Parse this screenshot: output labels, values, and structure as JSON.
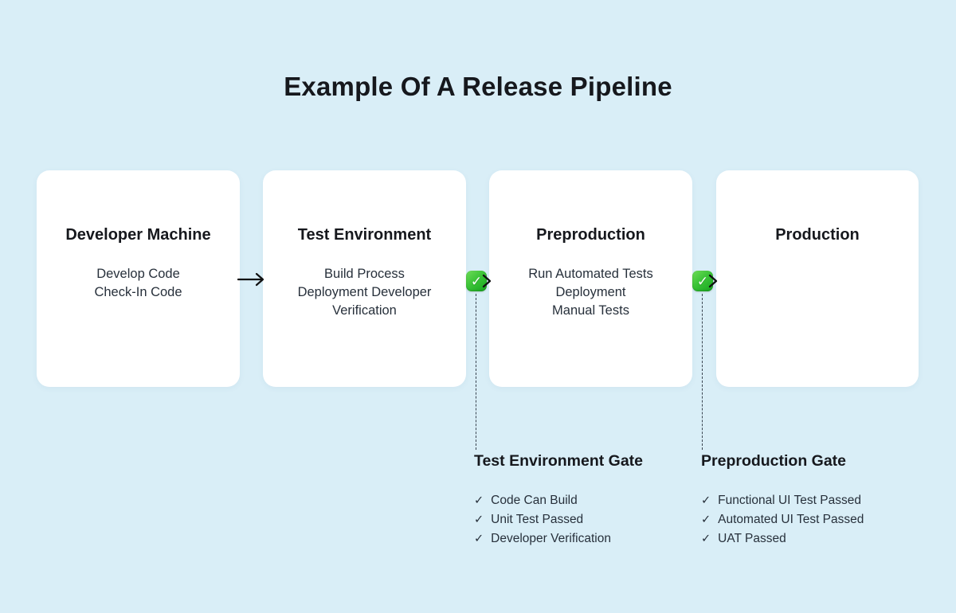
{
  "title": "Example Of A Release Pipeline",
  "stages": [
    {
      "title": "Developer Machine",
      "lines": [
        "Develop Code",
        "Check-In Code"
      ]
    },
    {
      "title": "Test Environment",
      "lines": [
        "Build Process",
        "Deployment Developer",
        "Verification"
      ]
    },
    {
      "title": "Preproduction",
      "lines": [
        "Run Automated Tests",
        "Deployment",
        "Manual Tests"
      ]
    },
    {
      "title": "Production",
      "lines": []
    }
  ],
  "gates": [
    {
      "heading": "Test Environment Gate",
      "items": [
        "Code Can Build",
        "Unit Test Passed",
        "Developer Verification"
      ]
    },
    {
      "heading": "Preproduction Gate",
      "items": [
        "Functional UI Test Passed",
        "Automated UI Test Passed",
        "UAT Passed"
      ]
    }
  ],
  "icons": {
    "check": "✓",
    "gate_check": "✓"
  },
  "colors": {
    "background": "#d9eef7",
    "card": "#ffffff",
    "text_primary": "#16181d",
    "text_secondary": "#27303b",
    "gate_green_light": "#6fdc58",
    "gate_green_dark": "#17a61f",
    "arrow": "#111111"
  }
}
